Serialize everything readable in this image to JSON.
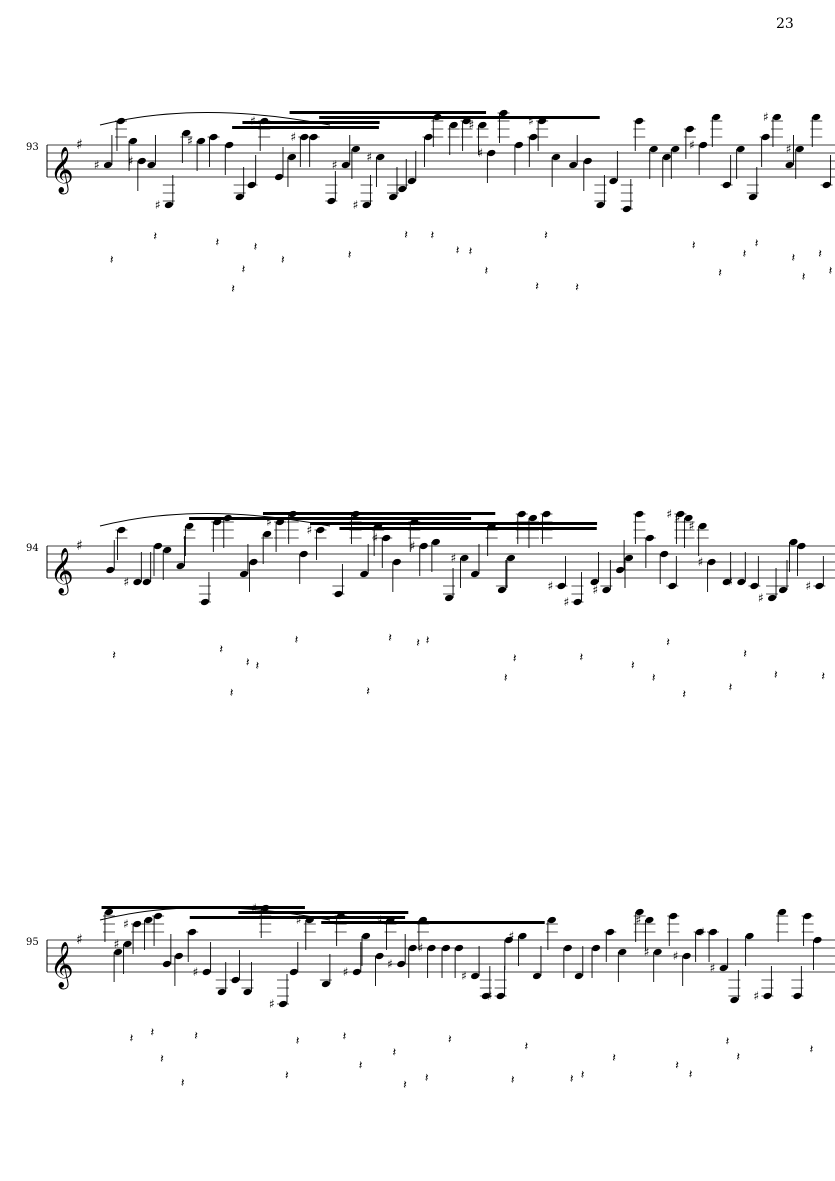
{
  "page_number": "23",
  "systems": [
    {
      "measure_number": "93"
    },
    {
      "measure_number": "94"
    },
    {
      "measure_number": "95"
    }
  ],
  "clef": "treble-clef-icon",
  "key_signature": "one-sharp",
  "colors": {
    "ink": "#000000",
    "paper": "#ffffff"
  }
}
